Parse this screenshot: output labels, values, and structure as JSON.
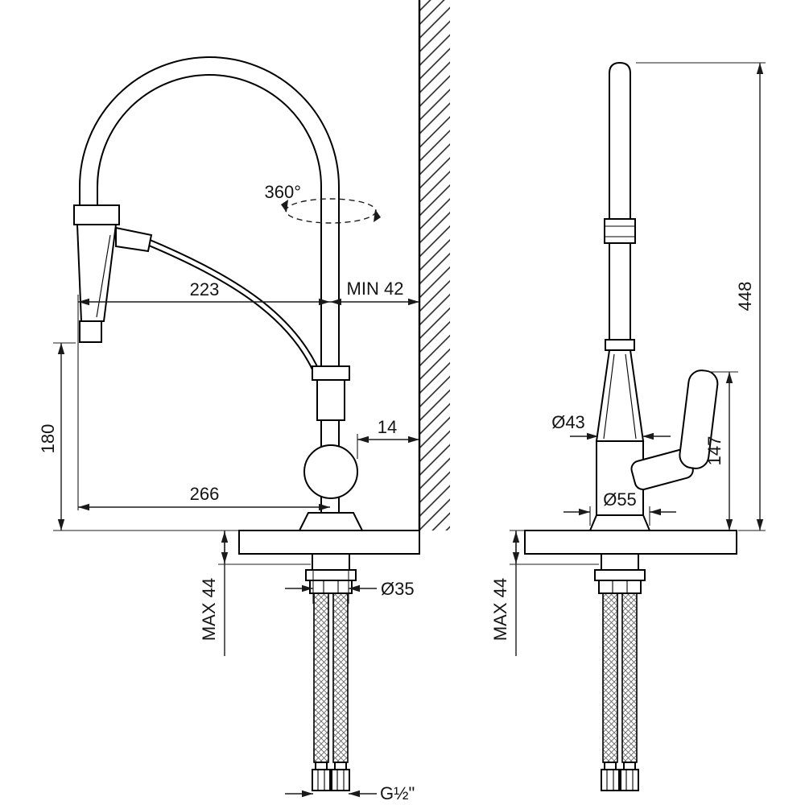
{
  "drawing": {
    "side_view": {
      "rotation": "360°",
      "dim_spout_reach": "223",
      "dim_min_wall_clearance": "MIN 42",
      "dim_spout_height": "180",
      "dim_overall_reach": "266",
      "dim_body_to_wall": "14",
      "dim_max_mount_thickness": "MAX 44",
      "dim_shank_diameter": "Ø35",
      "dim_hose_thread": "G½\""
    },
    "front_view": {
      "dim_overall_height": "448",
      "dim_body_diameter": "Ø43",
      "dim_handle_height": "147",
      "dim_base_diameter": "Ø55",
      "dim_max_mount_thickness": "MAX 44"
    }
  }
}
